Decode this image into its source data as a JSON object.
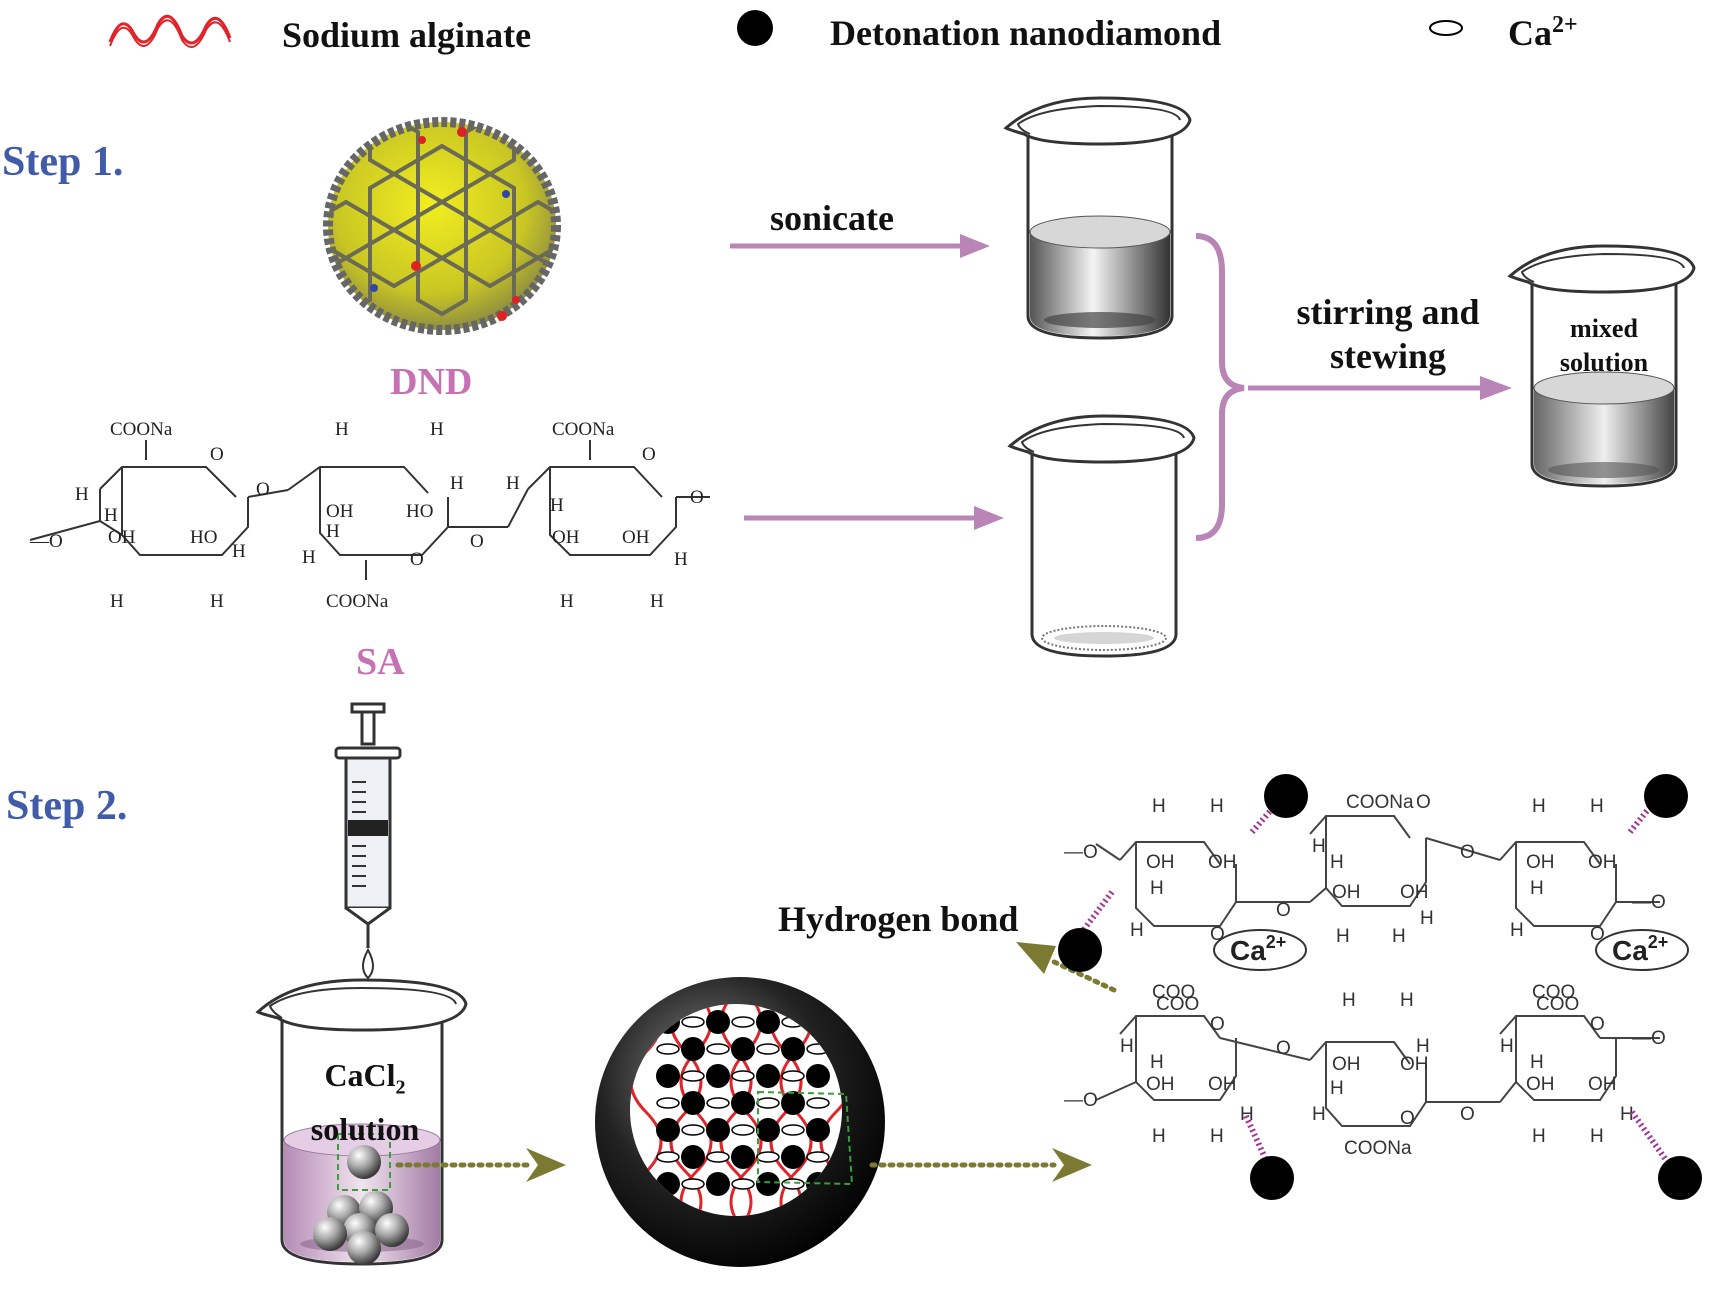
{
  "legend": {
    "sodium_alginate": "Sodium alginate",
    "nanodiamond": "Detonation nanodiamond",
    "calcium": "Ca",
    "calcium_charge": "2+"
  },
  "step1": {
    "title": "Step 1.",
    "dnd_label": "DND",
    "sa_label": "SA",
    "sonicate": "sonicate",
    "stirring_line1": "stirring and",
    "stirring_line2": "stewing",
    "mixed_line1": "mixed",
    "mixed_line2": "solution"
  },
  "step2": {
    "title": "Step 2.",
    "cacl_main": "CaCl",
    "cacl_sub": "2",
    "solution": "solution",
    "hydrogen_bond": "Hydrogen bond"
  },
  "chem": {
    "h": "H",
    "oh": "OH",
    "ho": "HO",
    "o": "O",
    "ochain": "—O",
    "coona": "COONa",
    "coo": "COO",
    "ca_ion": "Ca",
    "ca_charge": "2+"
  },
  "colors": {
    "step_blue": "#3f5ba9",
    "pink_label": "#c671b4",
    "arrow_purple": "#b984b6",
    "dotted_olive": "#7c7a32",
    "alginate_red": "#e0242a",
    "hbond_magenta": "#a33596"
  }
}
